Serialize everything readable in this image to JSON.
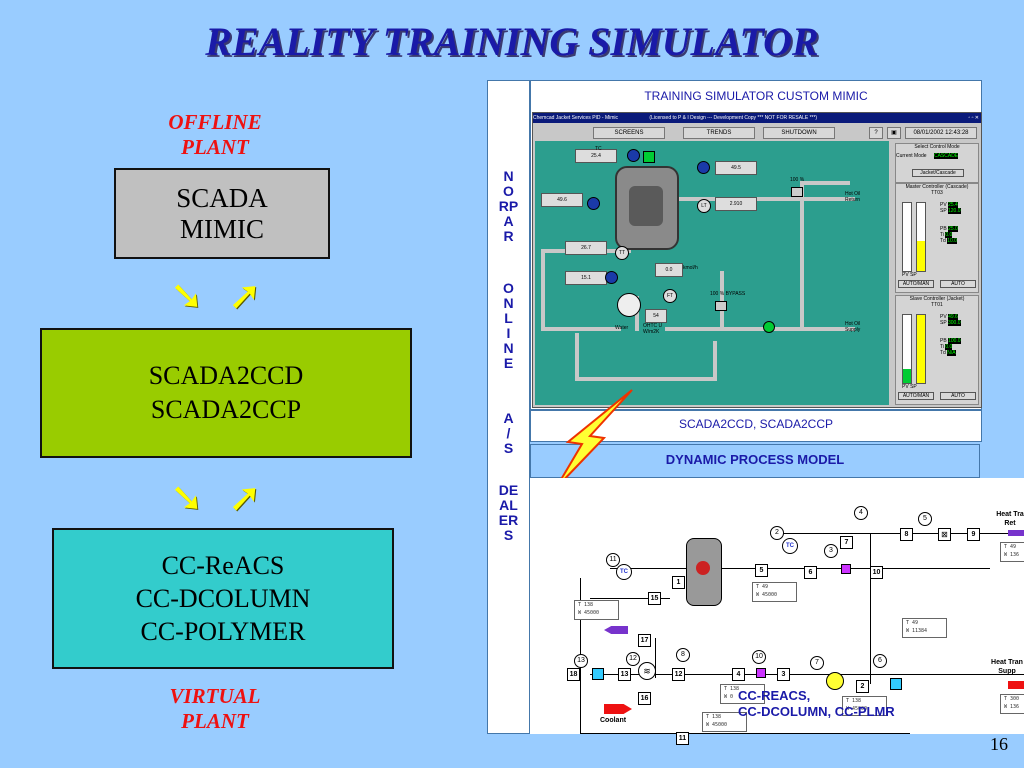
{
  "title": "REALITY TRAINING SIMULATOR",
  "left": {
    "offline_label": [
      "OFFLINE",
      "PLANT"
    ],
    "scada_mimic": [
      "SCADA",
      "MIMIC"
    ],
    "scada2cc": [
      "SCADA2CCD",
      "SCADA2CCP"
    ],
    "cc_list": [
      "CC-ReACS",
      "CC-DCOLUMN",
      "CC-POLYMER"
    ],
    "virtual_label": [
      "VIRTUAL",
      "PLANT"
    ],
    "arrow_down": "➘",
    "arrow_up": "➚"
  },
  "vertical": {
    "norp": [
      "N",
      "O",
      "RP",
      "A",
      "R"
    ],
    "online": [
      "O",
      "N",
      "L",
      "I",
      "N",
      "E"
    ],
    "as": [
      "A",
      "/",
      "S"
    ],
    "dealers": [
      "DE",
      "AL",
      "ER",
      "S"
    ]
  },
  "panels": {
    "mimic_header": "TRAINING SIMULATOR CUSTOM MIMIC",
    "scada_header": "SCADA2CCD, SCADA2CCP",
    "dynamic_header": "DYNAMIC PROCESS MODEL",
    "cc_caption": [
      "CC-REACS,",
      "CC-DCOLUMN, CC-PLMR"
    ]
  },
  "mimic": {
    "window_title": "Chemcad Jacket Services PID - Mimic",
    "license": "(Licensed to P & I Design --- Development Copy *** NOT FOR RESALE ***)",
    "toolbar": [
      "SCREENS",
      "TRENDS",
      "SHUTDOWN"
    ],
    "datetime": "08/01/2002 12:43:28",
    "readouts": [
      "25.4",
      "49.5",
      "49.6",
      "2.910",
      "26.7",
      "15.1",
      "0.0",
      "54"
    ],
    "tags": [
      "TC",
      "TC",
      "LT",
      "TT",
      "FT",
      "TT"
    ],
    "labels": [
      "Hot Oil Return",
      "100 %",
      "100 % BYPASS",
      "Hot Oil Supply",
      "Water",
      "OHTC U W/m2K",
      "kmol/h"
    ],
    "select_mode": {
      "title": "Select Control Mode",
      "current": "Current Mode",
      "mode_val": "CASCADE",
      "btn": "Jacket/Cascade"
    },
    "master": {
      "title": "Master Controller (Cascade)",
      "id": "TT03",
      "rows": [
        [
          "PV",
          "25.4"
        ],
        [
          "SP",
          "120.0"
        ],
        [
          "PB",
          "25.0"
        ],
        [
          "Ti",
          "0.0"
        ],
        [
          "Td",
          "10.0"
        ]
      ],
      "pv_sp": [
        "PV",
        "SP"
      ],
      "auto_man": "AUTO/MAN",
      "auto": "AUTO"
    },
    "slave": {
      "title": "Slave Controller (Jacket)",
      "id": "TT01",
      "rows": [
        [
          "PV",
          "49.6"
        ],
        [
          "SP",
          "300.0"
        ],
        [
          "PB",
          "100.0"
        ],
        [
          "Ti",
          "0.0"
        ],
        [
          "Td",
          "N/A"
        ]
      ],
      "pv_sp": [
        "PV",
        "SP"
      ],
      "auto_man": "AUTO/MAN",
      "auto": "AUTO"
    }
  },
  "schematic": {
    "boxes": [
      "1",
      "15",
      "17",
      "16",
      "18",
      "13",
      "12",
      "4",
      "3",
      "5",
      "6",
      "10",
      "7",
      "8",
      "9",
      "2",
      "11"
    ],
    "circles": [
      "11",
      "2",
      "4",
      "5",
      "3",
      "8",
      "10",
      "13",
      "12",
      "7",
      "6"
    ],
    "tc": "TC",
    "twbox": [
      [
        "T 138",
        "W 45000"
      ],
      [
        "T 49",
        "W 45000"
      ],
      [
        "T 49",
        "W 11384"
      ],
      [
        "T 138",
        "W 0"
      ],
      [
        "T 138",
        "W 45000"
      ],
      [
        "T 138",
        "W 45000"
      ],
      [
        "T 49",
        "W 136"
      ],
      [
        "T 300",
        "W 136"
      ]
    ],
    "coolant": "Coolant",
    "heat_return": [
      "Heat Tra",
      "Ret"
    ],
    "heat_supply": [
      "Heat Tran",
      "Supp"
    ]
  },
  "slide_number": "16"
}
